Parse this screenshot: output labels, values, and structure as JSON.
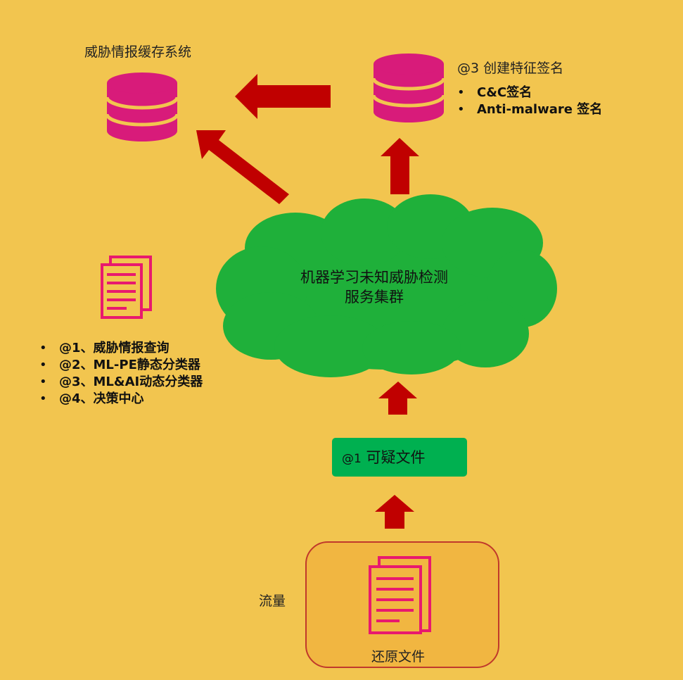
{
  "cache": {
    "title": "威胁情报缓存系统"
  },
  "signature": {
    "title": "@3  创建特征签名",
    "items": [
      "C&C签名",
      "Anti-malware 签名"
    ]
  },
  "cloud": {
    "line1": "机器学习未知威胁检测",
    "line2": "服务集群"
  },
  "modules": {
    "items": [
      "@1、威胁情报查询",
      "@2、ML-PE静态分类器",
      "@3、ML&AI动态分类器",
      "@4、决策中心"
    ]
  },
  "suspect": {
    "prefix": "@1",
    "label": "可疑文件"
  },
  "traffic": {
    "label": "流量"
  },
  "restore": {
    "label": "还原文件"
  },
  "colors": {
    "background": "#F2C54F",
    "database": "#D81B7A",
    "arrow": "#C00000",
    "cloud": "#1FB03A",
    "box_green": "#00B050",
    "restore_fill": "#F1B641",
    "restore_border": "#C0392B"
  }
}
